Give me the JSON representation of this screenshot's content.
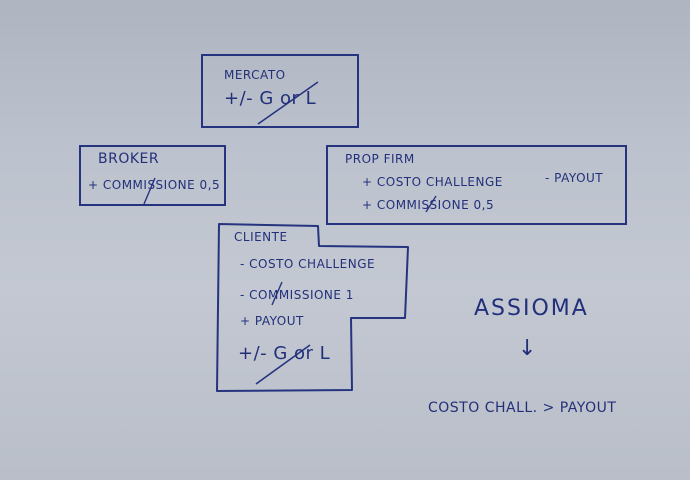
{
  "mercato": {
    "title": "MERCATO",
    "line1": "+/- G or L"
  },
  "broker": {
    "title": "BROKER",
    "line1": "+ COMMISSIONE 0,5"
  },
  "prop_firm": {
    "title": "PROP FIRM",
    "line1": "+ COSTO CHALLENGE",
    "line1_right": "- PAYOUT",
    "line2": "+ COMMISSIONE 0,5"
  },
  "cliente": {
    "title": "CLIENTE",
    "line1": "- COSTO CHALLENGE",
    "line2": "- COMMISSIONE 1",
    "line3": "+ PAYOUT",
    "line4": "+/- G or L"
  },
  "assioma": {
    "title": "ASSIOMA",
    "arrow": "↓",
    "statement": "COSTO CHALL. > PAYOUT"
  },
  "colors": {
    "ink": "#22307a",
    "board": "#bcc2cd"
  }
}
